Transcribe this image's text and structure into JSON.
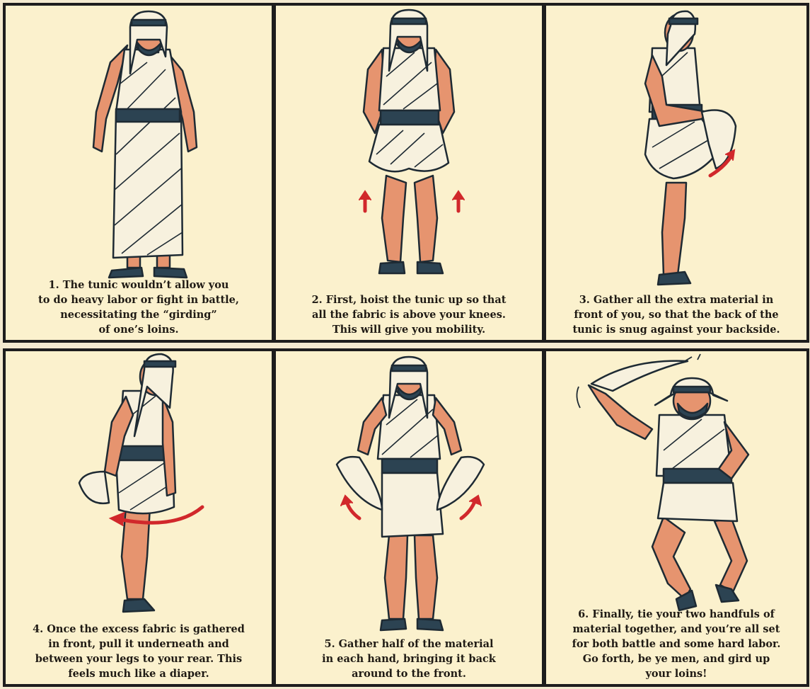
{
  "steps": [
    {
      "number": 1,
      "caption": "1. The tunic wouldn’t allow you\nto do heavy labor or fight in battle,\nnecessitating the “girding”\nof one’s loins."
    },
    {
      "number": 2,
      "caption": "2. First, hoist the tunic up so that\nall the fabric is above your knees.\nThis will give you mobility."
    },
    {
      "number": 3,
      "caption": "3. Gather all the extra material in\nfront of you, so that the back of the\ntunic is snug against your backside."
    },
    {
      "number": 4,
      "caption": "4. Once the excess fabric is gathered\nin front, pull it underneath and\nbetween your legs to your rear. This\nfeels much like a diaper."
    },
    {
      "number": 5,
      "caption": "5. Gather half of the material\nin each hand, bringing it back\naround to the front."
    },
    {
      "number": 6,
      "caption": "6. Finally, tie your two handfuls of\nmaterial together, and you’re all set\nfor both battle and some hard labor.\nGo forth, be ye men, and gird up\nyour loins!"
    }
  ],
  "colors": {
    "background": "#fbf1cd",
    "border": "#1d1d1d",
    "skin": "#e6946f",
    "cloth": "#f7f1de",
    "belt": "#2c4352",
    "outline": "#1e2a33",
    "arrow": "#d1282b"
  }
}
